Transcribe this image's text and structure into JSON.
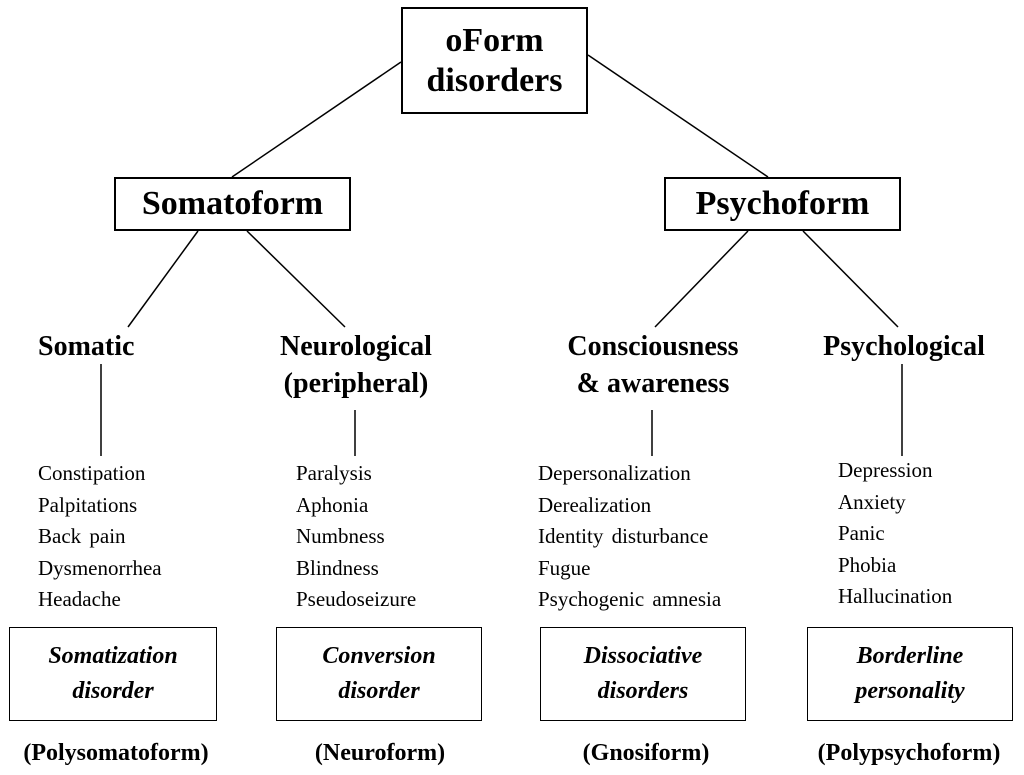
{
  "root": {
    "line1": "oForm",
    "line2": "disorders"
  },
  "branches": [
    {
      "label": "Somatoform"
    },
    {
      "label": "Psychoform"
    }
  ],
  "categories": [
    {
      "lines": [
        "Somatic"
      ],
      "symptoms": [
        "Constipation",
        "Palpitations",
        "Back pain",
        "Dysmenorrhea",
        "Headache"
      ],
      "disorder": {
        "line1": "Somatization",
        "line2": "disorder"
      },
      "alias": "(Polysomatoform)"
    },
    {
      "lines": [
        "Neurological",
        "(peripheral)"
      ],
      "symptoms": [
        "Paralysis",
        "Aphonia",
        "Numbness",
        "Blindness",
        "Pseudoseizure"
      ],
      "disorder": {
        "line1": "Conversion",
        "line2": "disorder"
      },
      "alias": "(Neuroform)"
    },
    {
      "lines": [
        "Consciousness",
        "& awareness"
      ],
      "symptoms": [
        "Depersonalization",
        "Derealization",
        "Identity disturbance",
        "Fugue",
        "Psychogenic amnesia"
      ],
      "disorder": {
        "line1": "Dissociative",
        "line2": "disorders"
      },
      "alias": "(Gnosiform)"
    },
    {
      "lines": [
        "Psychological"
      ],
      "symptoms": [
        "Depression",
        "Anxiety",
        "Panic",
        "Phobia",
        "Hallucination"
      ],
      "disorder": {
        "line1": "Borderline",
        "line2": "personality"
      },
      "alias": "(Polypsychoform)"
    }
  ]
}
